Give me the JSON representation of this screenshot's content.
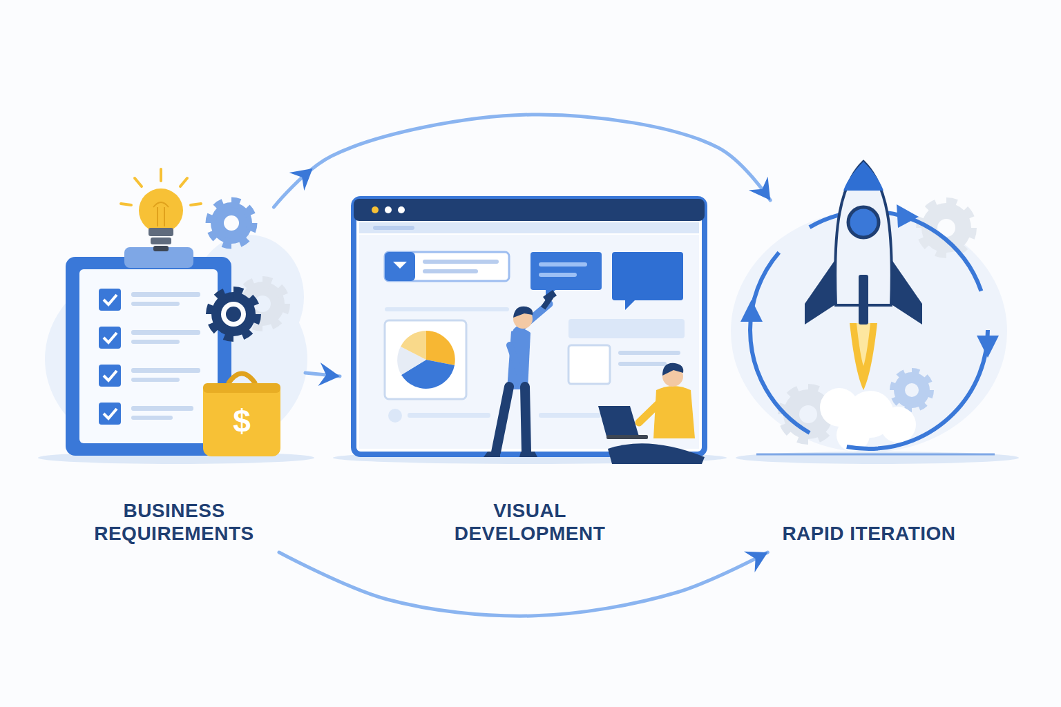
{
  "diagram": {
    "nodes": [
      {
        "text": [
          "BUSINESS REQUIREMENTS"
        ]
      },
      {
        "text": [
          "VISUAL DEVELOPMENT"
        ]
      },
      {
        "text": [
          "RAPID ITERATION"
        ]
      }
    ],
    "edges": [
      {
        "from": 0,
        "to": 2,
        "arrow": "to"
      },
      {
        "from": 0,
        "to": 1,
        "arrow": "to"
      },
      {
        "from": 0,
        "to": 2,
        "arrow": "to"
      }
    ],
    "labels": [
      "$"
    ]
  }
}
